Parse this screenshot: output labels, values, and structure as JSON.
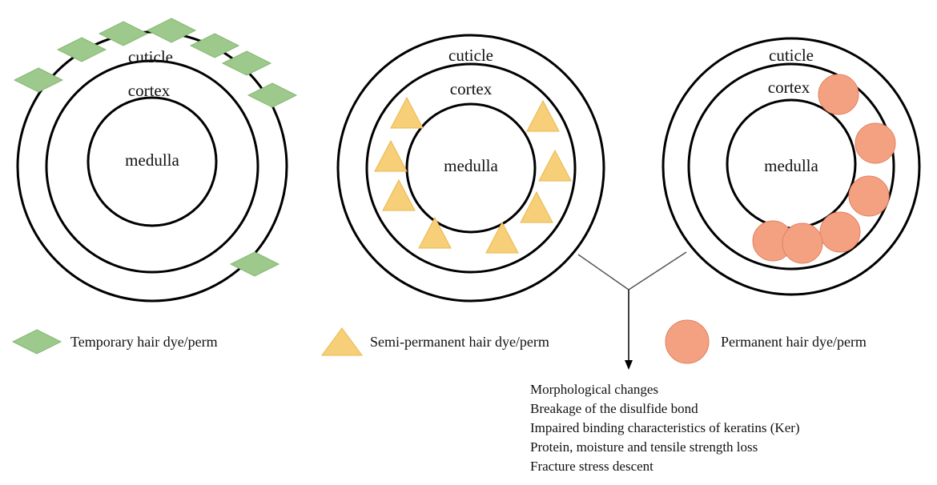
{
  "diagrams": [
    {
      "cuticle": "cuticle",
      "cortex": "cortex",
      "medulla": "medulla",
      "particle": "diamond"
    },
    {
      "cuticle": "cuticle",
      "cortex": "cortex",
      "medulla": "medulla",
      "particle": "triangle"
    },
    {
      "cuticle": "cuticle",
      "cortex": "cortex",
      "medulla": "medulla",
      "particle": "circle"
    }
  ],
  "legend": [
    {
      "shape": "diamond",
      "label": "Temporary hair dye/perm"
    },
    {
      "shape": "triangle",
      "label": "Semi-permanent hair dye/perm"
    },
    {
      "shape": "circle",
      "label": "Permanent hair dye/perm"
    }
  ],
  "effects": [
    "Morphological changes",
    "Breakage of the disulfide bond",
    "Impaired binding characteristics of keratins (Ker)",
    "Protein, moisture and tensile strength loss",
    "Fracture stress descent"
  ],
  "colors": {
    "diamond_fill": "#9dc98c",
    "diamond_stroke": "#84b872",
    "triangle_fill": "#f7cf78",
    "triangle_stroke": "#e9b84f",
    "circle_fill": "#f4a182",
    "circle_stroke": "#e0805f",
    "line": "#000000"
  }
}
